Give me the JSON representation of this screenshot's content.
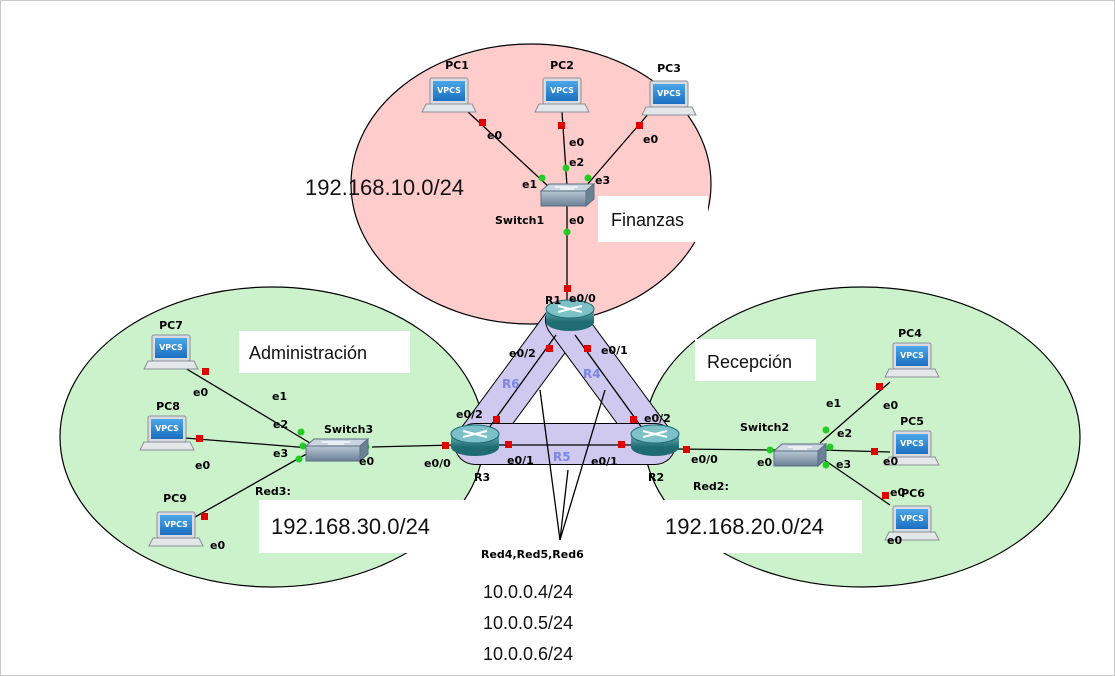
{
  "zones": {
    "finanzas": {
      "name": "Finanzas",
      "subnet": "192.168.10.0/24"
    },
    "administracion": {
      "name": "Administración",
      "label": "Red3:",
      "subnet": "192.168.30.0/24"
    },
    "recepcion": {
      "name": "Recepción",
      "label": "Red2:",
      "subnet": "192.168.20.0/24"
    }
  },
  "routers": {
    "r1": {
      "name": "R1",
      "ports": [
        "e0/0",
        "e0/2",
        "e0/1"
      ]
    },
    "r2": {
      "name": "R2",
      "ports": [
        "e0/2",
        "e0/1",
        "e0/0"
      ]
    },
    "r3": {
      "name": "R3",
      "ports": [
        "e0/2",
        "e0/1",
        "e0/0"
      ]
    }
  },
  "switches": {
    "switch1": {
      "name": "Switch1",
      "ports": [
        "e1",
        "e2",
        "e3",
        "e0"
      ]
    },
    "switch2": {
      "name": "Switch2",
      "ports": [
        "e0",
        "e1",
        "e2",
        "e3"
      ]
    },
    "switch3": {
      "name": "Switch3",
      "ports": [
        "e1",
        "e2",
        "e3",
        "e0"
      ]
    }
  },
  "pcs": [
    {
      "name": "PC1",
      "port": "e0"
    },
    {
      "name": "PC2",
      "port": "e0"
    },
    {
      "name": "PC3",
      "port": "e0"
    },
    {
      "name": "PC4",
      "port": "e0"
    },
    {
      "name": "PC5",
      "port": "e0"
    },
    {
      "name": "PC6",
      "port": "e0"
    },
    {
      "name": "PC7",
      "port": "e0"
    },
    {
      "name": "PC8",
      "port": "e0"
    },
    {
      "name": "PC9",
      "port": "e0"
    }
  ],
  "pc_badge": "VPCS",
  "links": [
    "R6",
    "R4",
    "R5"
  ],
  "interlink": {
    "title": "Red4,Red5,Red6",
    "subnets": [
      "10.0.0.4/24",
      "10.0.0.5/24",
      "10.0.0.6/24"
    ]
  },
  "colors": {
    "finanzas_fill": "#ffcccc",
    "zone_fill": "#ccf2cc",
    "router_body": "#3b8c92",
    "switch_body": "#7d93a8",
    "link_red": "#e00000",
    "link_green": "#22cc22",
    "net_label": "#7a86e6"
  }
}
